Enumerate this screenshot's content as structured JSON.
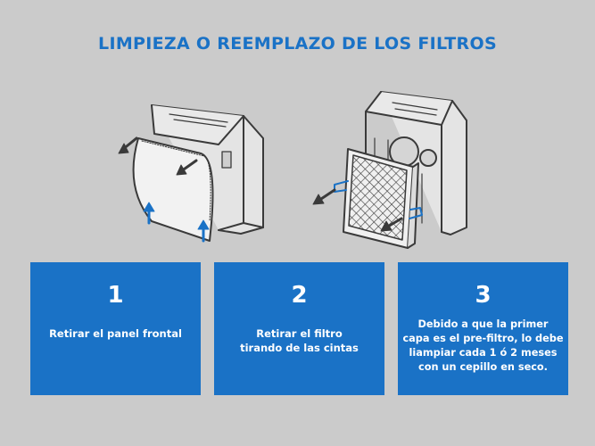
{
  "title": "LIMPIEZA O REEMPLAZO DE LOS FILTROS",
  "colors": {
    "accent": "#1a72c6",
    "background": "#cbcbcb",
    "card_text": "#ffffff",
    "outline": "#3a3a3a"
  },
  "illustrations": [
    {
      "icon": "air-purifier-remove-front-panel-illustration"
    },
    {
      "icon": "air-purifier-remove-filter-illustration"
    }
  ],
  "steps": [
    {
      "number": "1",
      "text": "Retirar el panel frontal"
    },
    {
      "number": "2",
      "text": "Retirar el filtro\ntirando de las cintas"
    },
    {
      "number": "3",
      "text": "Debido a que la primer\ncapa es el pre-filtro, lo debe\nliampiar cada 1 ó 2 meses\ncon un cepillo en seco."
    }
  ]
}
